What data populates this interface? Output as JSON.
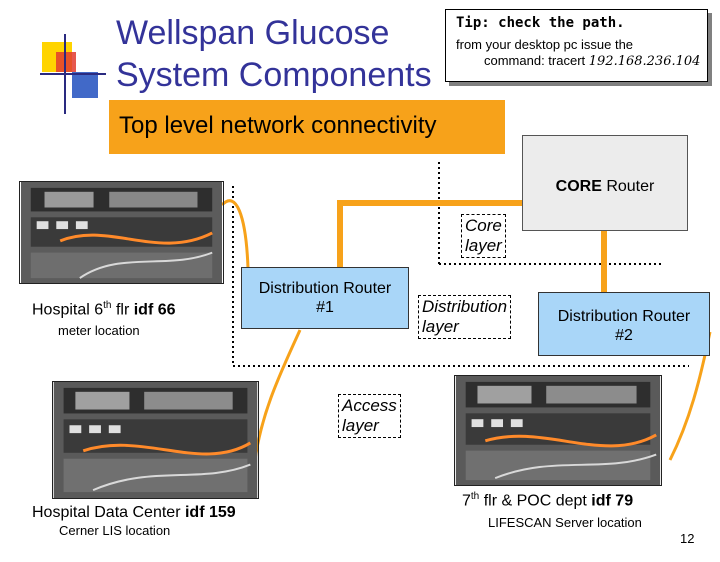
{
  "slide": {
    "title_line1": "Wellspan Glucose",
    "title_line2": "System Components",
    "tip": {
      "heading": "Tip: check the path.",
      "body_line1": "from your desktop pc issue the",
      "body_line2_prefix": "command: tracert ",
      "body_line2_ip": "192.168.236.104"
    },
    "banner": "Top level network connectivity",
    "core_router": {
      "bold": "CORE",
      "rest": " Router"
    },
    "core_layer": {
      "line1": "Core",
      "line2": "layer"
    },
    "distribution_router_1": {
      "line1": "Distribution Router",
      "line2": "#1"
    },
    "distribution_layer": {
      "line1": "Distribution",
      "line2": "layer"
    },
    "distribution_router_2": {
      "line1": "Distribution Router",
      "line2": "#2"
    },
    "access_layer": {
      "line1": "Access",
      "line2": "layer"
    },
    "hospital_6th": {
      "prefix": "Hospital 6",
      "sup": "th",
      "mid": " flr ",
      "bold": "idf 66",
      "sub": "meter location"
    },
    "hospital_dc": {
      "prefix": "Hospital Data Center ",
      "bold": "idf 159",
      "sub": "Cerner LIS location"
    },
    "floor_7th": {
      "prefix": "7",
      "sup": "th",
      "mid": " flr & POC dept ",
      "bold": "idf 79",
      "sub": "LIFESCAN Server location"
    },
    "page_number": "12"
  },
  "colors": {
    "title": "#333399",
    "orange": "#f7a21a",
    "router_blue": "#a9d6f8",
    "core_gray": "#ececec"
  }
}
